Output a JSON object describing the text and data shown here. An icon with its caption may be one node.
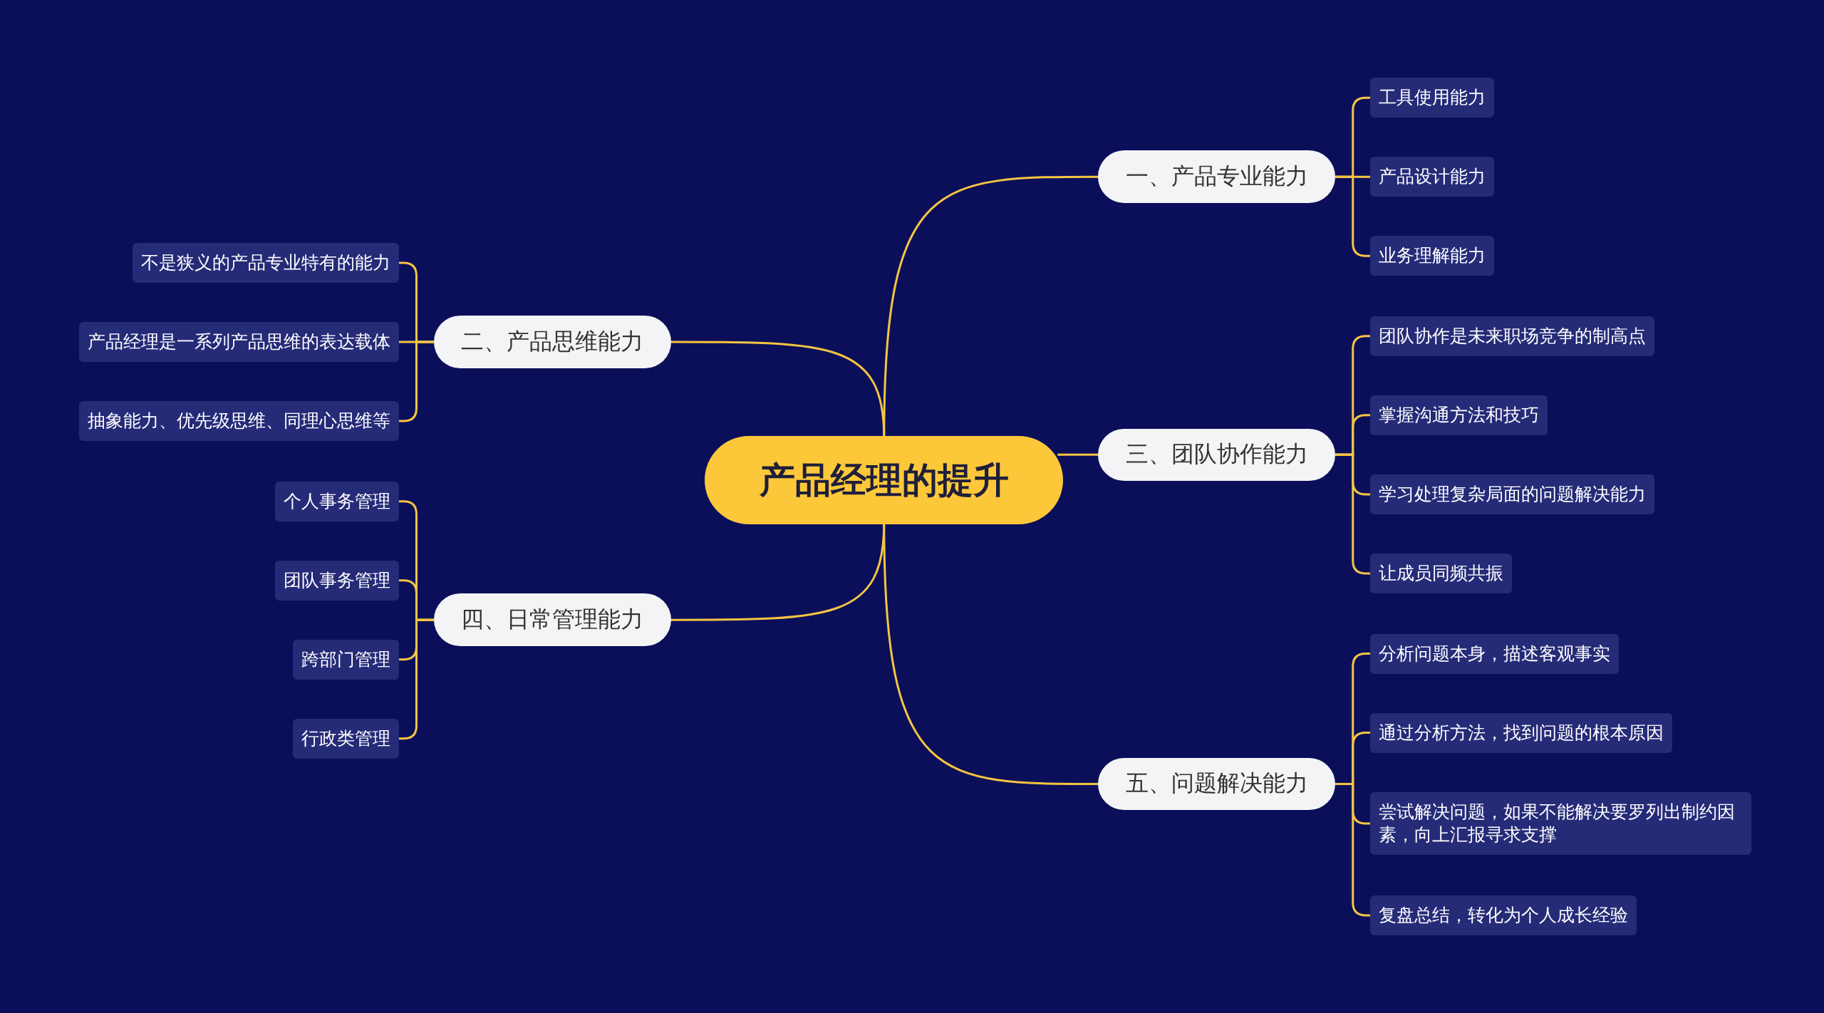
{
  "diagram": {
    "nodes": [
      {
        "text": [
          "产品经理的提升"
        ]
      },
      {
        "text": [
          "一、产品专业能力"
        ]
      },
      {
        "text": [
          "工具使用能力"
        ]
      },
      {
        "text": [
          "产品设计能力"
        ]
      },
      {
        "text": [
          "业务理解能力"
        ]
      },
      {
        "text": [
          "二、产品思维能力"
        ]
      },
      {
        "text": [
          "不是狭义的产品专业特有的能力"
        ]
      },
      {
        "text": [
          "产品经理是一系列产品思维的表达载体"
        ]
      },
      {
        "text": [
          "抽象能力、优先级思维、同理心思维等"
        ]
      },
      {
        "text": [
          "三、团队协作能力"
        ]
      },
      {
        "text": [
          "团队协作是未来职场竞争的制高点"
        ]
      },
      {
        "text": [
          "掌握沟通方法和技巧"
        ]
      },
      {
        "text": [
          "学习处理复杂局面的问题解决能力"
        ]
      },
      {
        "text": [
          "让成员同频共振"
        ]
      },
      {
        "text": [
          "四、日常管理能力"
        ]
      },
      {
        "text": [
          "个人事务管理"
        ]
      },
      {
        "text": [
          "团队事务管理"
        ]
      },
      {
        "text": [
          "跨部门管理"
        ]
      },
      {
        "text": [
          "行政类管理"
        ]
      },
      {
        "text": [
          "五、问题解决能力"
        ]
      },
      {
        "text": [
          "分析问题本身，描述客观事实"
        ]
      },
      {
        "text": [
          "通过分析方法，找到问题的根本原因"
        ]
      },
      {
        "text": [
          "尝试解决问题，如果不能解决要罗列出制约因素，向上汇报寻求支撑"
        ]
      },
      {
        "text": [
          "复盘总结，转化为个人成长经验"
        ]
      }
    ],
    "edges": [
      {
        "from": 0,
        "to": 1,
        "arrow": "none"
      },
      {
        "from": 1,
        "to": 2,
        "arrow": "none"
      },
      {
        "from": 1,
        "to": 3,
        "arrow": "none"
      },
      {
        "from": 1,
        "to": 4,
        "arrow": "none"
      },
      {
        "from": 0,
        "to": 5,
        "arrow": "none"
      },
      {
        "from": 5,
        "to": 6,
        "arrow": "none"
      },
      {
        "from": 5,
        "to": 7,
        "arrow": "none"
      },
      {
        "from": 5,
        "to": 8,
        "arrow": "none"
      },
      {
        "from": 0,
        "to": 9,
        "arrow": "none"
      },
      {
        "from": 9,
        "to": 10,
        "arrow": "none"
      },
      {
        "from": 9,
        "to": 11,
        "arrow": "none"
      },
      {
        "from": 9,
        "to": 12,
        "arrow": "none"
      },
      {
        "from": 9,
        "to": 13,
        "arrow": "none"
      },
      {
        "from": 0,
        "to": 14,
        "arrow": "none"
      },
      {
        "from": 14,
        "to": 15,
        "arrow": "none"
      },
      {
        "from": 14,
        "to": 16,
        "arrow": "none"
      },
      {
        "from": 14,
        "to": 17,
        "arrow": "none"
      },
      {
        "from": 14,
        "to": 18,
        "arrow": "none"
      },
      {
        "from": 0,
        "to": 19,
        "arrow": "none"
      },
      {
        "from": 19,
        "to": 20,
        "arrow": "none"
      },
      {
        "from": 19,
        "to": 21,
        "arrow": "none"
      },
      {
        "from": 19,
        "to": 22,
        "arrow": "none"
      },
      {
        "from": 19,
        "to": 23,
        "arrow": "none"
      }
    ]
  }
}
